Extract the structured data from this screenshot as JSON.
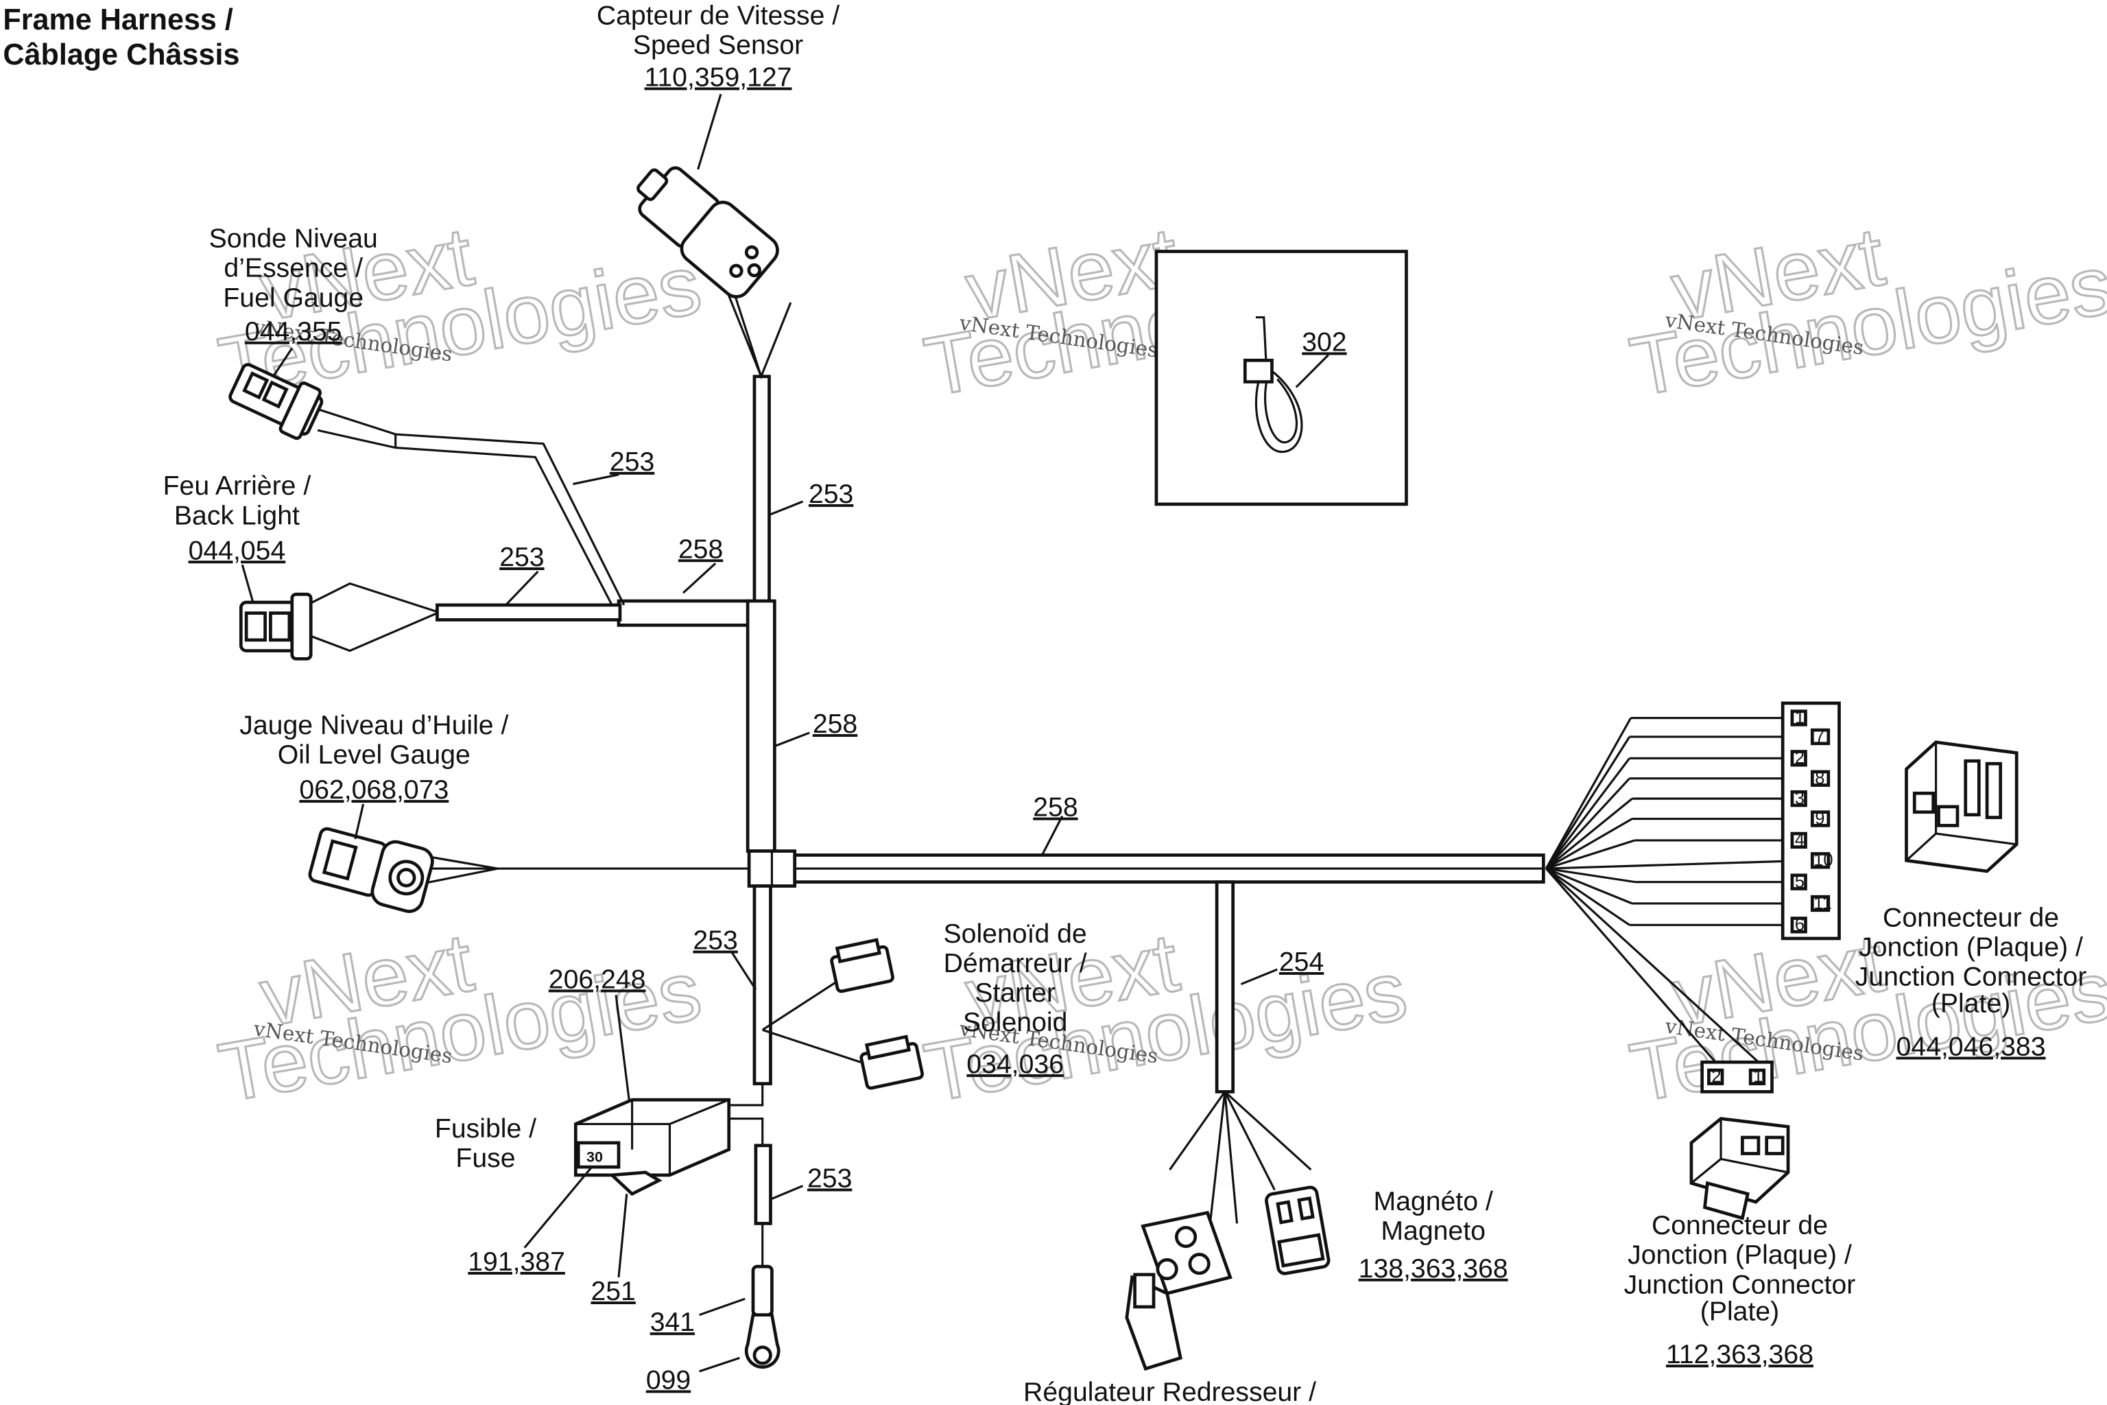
{
  "title": {
    "line1": "Frame Harness /",
    "line2": "Câblage Châssis"
  },
  "components": {
    "speed_sensor": {
      "name1": "Capteur de Vitesse /",
      "name2": "Speed Sensor",
      "ref": "110,359,127"
    },
    "fuel_gauge": {
      "name1": "Sonde Niveau",
      "name2": "d’Essence /",
      "name3": "Fuel Gauge",
      "ref": "044,355"
    },
    "back_light": {
      "name1": "Feu Arrière /",
      "name2": "Back Light",
      "ref": "044,054"
    },
    "oil_gauge": {
      "name1": "Jauge Niveau d’Huile /",
      "name2": "Oil Level Gauge",
      "ref": "062,068,073"
    },
    "starter_solenoid": {
      "name1": "Solenoïd de",
      "name2": "Démarreur /",
      "name3": "Starter",
      "name4": "Solenoid",
      "ref": "034,036"
    },
    "fuse": {
      "name1": "Fusible /",
      "name2": "Fuse",
      "ref": "206,248",
      "ref_a": "191,387",
      "ref_b": "251",
      "value": "30"
    },
    "ring_terminal": {
      "ref_a": "341",
      "ref_b": "099"
    },
    "magneto": {
      "name1": "Magnéto /",
      "name2": "Magneto",
      "ref": "138,363,368"
    },
    "regulator": {
      "name1": "Régulateur Redresseur /"
    },
    "junction_plate_1": {
      "name1": "Connecteur de",
      "name2": "Jonction (Plaque) /",
      "name3": "Junction Connector",
      "name4": "(Plate)",
      "ref": "044,046,383"
    },
    "junction_plate_2": {
      "name1": "Connecteur de",
      "name2": "Jonction (Plaque) /",
      "name3": "Junction Connector",
      "name4": "(Plate)",
      "ref": "112,363,368"
    },
    "cable_tie": {
      "ref": "302"
    }
  },
  "harness_refs": {
    "r253_fuel": "253",
    "r253_speed": "253",
    "r258_branch": "258",
    "r253_light": "253",
    "r258_trunk": "258",
    "r258_main": "258",
    "r253_lower": "253",
    "r254": "254",
    "r253_ground": "253"
  },
  "terminal_block": {
    "left_pins": [
      "1",
      "2",
      "3",
      "4",
      "5",
      "6"
    ],
    "right_pins": [
      "7",
      "8",
      "9",
      "10",
      "11"
    ],
    "small_pins": [
      "2",
      "1"
    ]
  },
  "watermark": {
    "line1": "vNext Technologies",
    "line2": "vNext",
    "line3": "Technologies"
  }
}
